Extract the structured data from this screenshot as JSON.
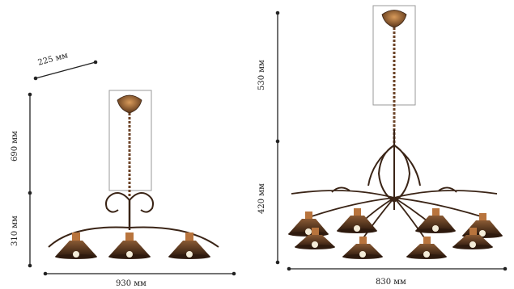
{
  "left_fixture": {
    "depth_label": "225 мм",
    "upper_height_label": "690 мм",
    "lower_height_label": "310 мм",
    "width_label": "930 мм",
    "shade_count": 3
  },
  "right_fixture": {
    "upper_height_label": "530 мм",
    "lower_height_label": "420 мм",
    "width_label": "830 мм",
    "shade_count": 8
  },
  "colors": {
    "dimension_line": "#222222",
    "metal_dark": "#3a2416",
    "metal_brown": "#6b4226",
    "copper": "#b8743d",
    "bulb": "#f4ecd8",
    "chain_box": "#9a9a9a"
  }
}
